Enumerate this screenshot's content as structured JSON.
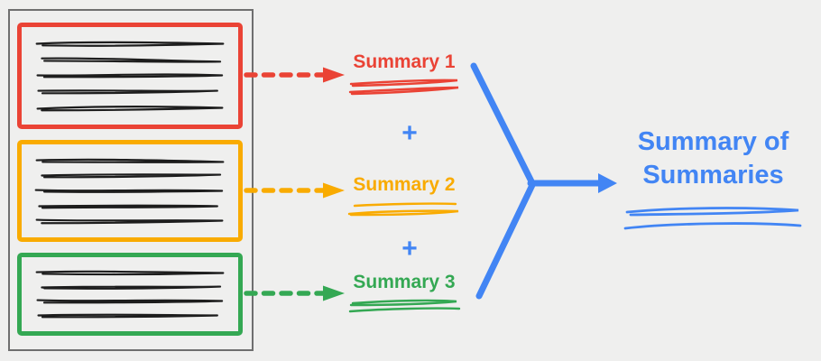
{
  "diagram": {
    "description_colors": {
      "red": "#EA4335",
      "orange": "#F9AB00",
      "green": "#34A853",
      "blue": "#4285F4",
      "ink": "#1d1d1d",
      "background": "#efefee",
      "document_border": "#6f6f6f"
    },
    "source_document": {
      "sections": [
        {
          "name": "section-1",
          "color": "#EA4335",
          "text_line_count": 5
        },
        {
          "name": "section-2",
          "color": "#F9AB00",
          "text_line_count": 5
        },
        {
          "name": "section-3",
          "color": "#34A853",
          "text_line_count": 4
        }
      ]
    },
    "summaries": {
      "items": [
        {
          "label": "Summary 1",
          "color": "#EA4335"
        },
        {
          "label": "Summary 2",
          "color": "#F9AB00"
        },
        {
          "label": "Summary 3",
          "color": "#34A853"
        }
      ],
      "plus": "+"
    },
    "result": {
      "line1": "Summary of",
      "line2": "Summaries",
      "color": "#4285F4"
    }
  }
}
